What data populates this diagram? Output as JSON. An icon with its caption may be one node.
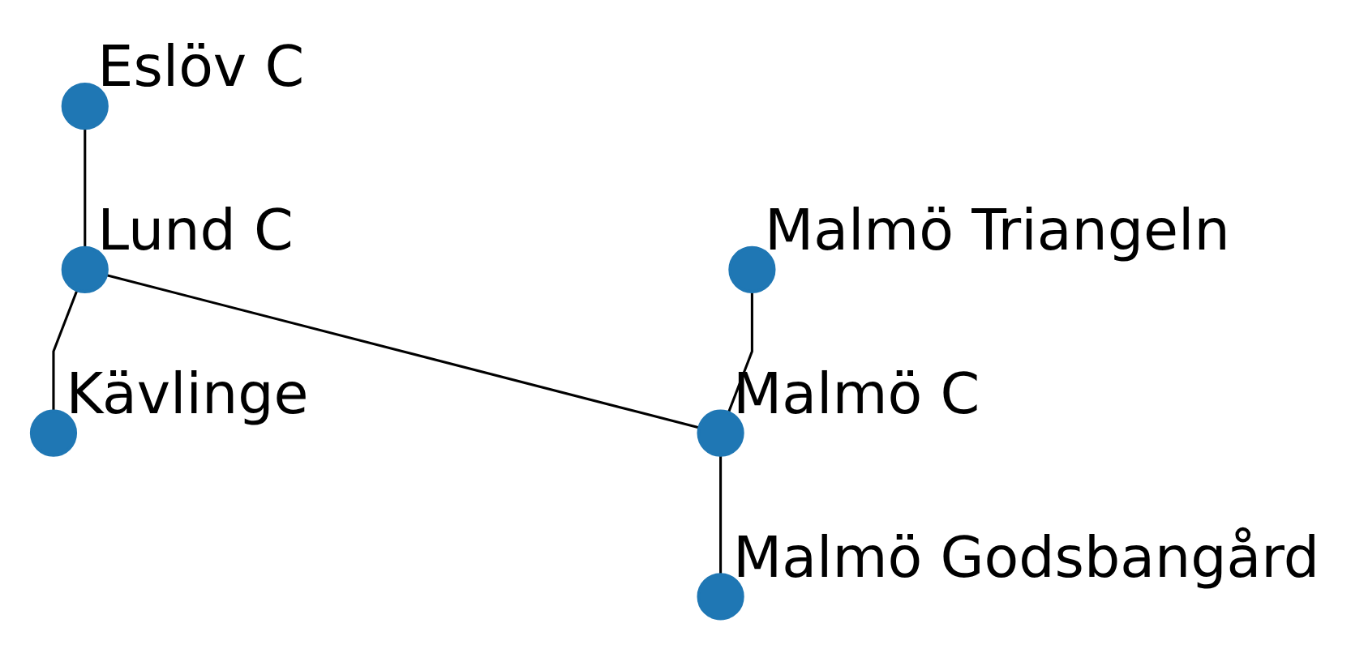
{
  "diagram": {
    "nodes": [
      {
        "text": [],
        "shape": "circle",
        "beside": [
          "Eslöv C"
        ]
      },
      {
        "text": [],
        "shape": "circle",
        "beside": [
          "Kävlinge"
        ]
      },
      {
        "text": [],
        "shape": "circle",
        "beside": [
          "Lund C"
        ]
      },
      {
        "text": [],
        "shape": "circle",
        "beside": [
          "Malmö Triangeln"
        ]
      },
      {
        "text": [],
        "shape": "circle",
        "beside": [
          "Malmö C"
        ]
      },
      {
        "text": [],
        "shape": "circle",
        "beside": [
          "Malmö Godsbangård"
        ]
      }
    ],
    "edges": [
      {
        "from": 0,
        "to": 2,
        "arrow": "none"
      },
      {
        "from": 2,
        "to": 1,
        "arrow": "none"
      },
      {
        "from": 2,
        "to": 4,
        "arrow": "none"
      },
      {
        "from": 3,
        "to": 4,
        "arrow": "none"
      },
      {
        "from": 4,
        "to": 5,
        "arrow": "none"
      }
    ]
  }
}
